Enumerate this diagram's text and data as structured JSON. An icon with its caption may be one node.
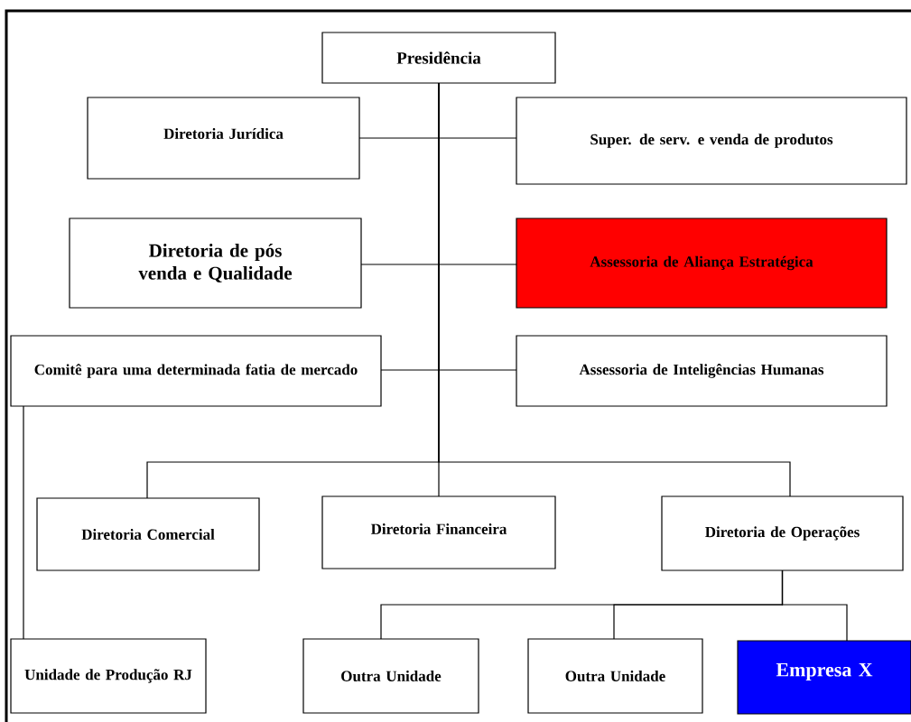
{
  "diagram": {
    "nodes": [
      {
        "text": [
          "Presidência"
        ]
      },
      {
        "text": [
          "Diretoria Jurídica"
        ]
      },
      {
        "text": [
          "Super. de serv. e venda de produtos"
        ]
      },
      {
        "text": [
          "Diretoria de pós venda e Qualidade"
        ]
      },
      {
        "text": [
          "Assessoria de Aliança Estratégica"
        ]
      },
      {
        "text": [
          "Comitê para uma determinada fatia de mercado"
        ]
      },
      {
        "text": [
          "Assessoria de Inteligências Humanas"
        ]
      },
      {
        "text": [
          "Diretoria Comercial"
        ]
      },
      {
        "text": [
          "Diretoria Financeira"
        ]
      },
      {
        "text": [
          "Diretoria de Operações"
        ]
      },
      {
        "text": [
          "Unidade de Produção RJ"
        ]
      },
      {
        "text": [
          "Outra Unidade"
        ]
      },
      {
        "text": [
          "Outra Unidade"
        ]
      },
      {
        "text": [
          "Empresa X"
        ]
      }
    ],
    "edges": [
      {
        "from": 0,
        "to": 1,
        "arrow": "none"
      },
      {
        "from": 0,
        "to": 2,
        "arrow": "none"
      },
      {
        "from": 0,
        "to": 3,
        "arrow": "none"
      },
      {
        "from": 0,
        "to": 4,
        "arrow": "none"
      },
      {
        "from": 0,
        "to": 5,
        "arrow": "none"
      },
      {
        "from": 0,
        "to": 6,
        "arrow": "none"
      },
      {
        "from": 0,
        "to": 7,
        "arrow": "none"
      },
      {
        "from": 0,
        "to": 8,
        "arrow": "none"
      },
      {
        "from": 0,
        "to": 9,
        "arrow": "none"
      },
      {
        "from": 5,
        "to": 10,
        "arrow": "none"
      },
      {
        "from": 9,
        "to": 11,
        "arrow": "none"
      },
      {
        "from": 9,
        "to": 12,
        "arrow": "none"
      },
      {
        "from": 9,
        "to": 13,
        "arrow": "none"
      }
    ]
  }
}
